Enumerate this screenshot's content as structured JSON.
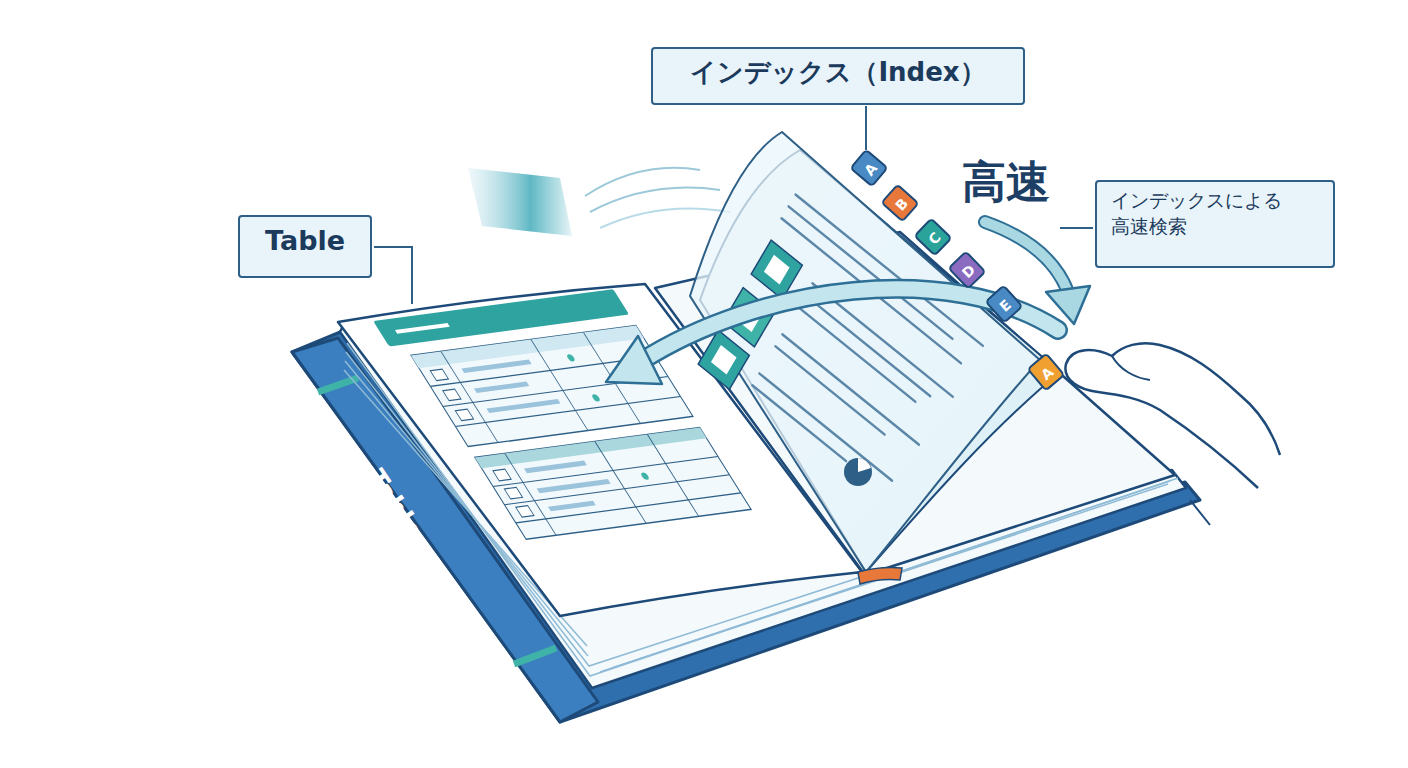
{
  "diagram": {
    "nodes": [
      {
        "text": [
          "インデックス（Index）"
        ]
      },
      {
        "text": [
          "Table"
        ]
      },
      {
        "text": [
          "インデックスによる 高速検索"
        ]
      }
    ],
    "labels": [
      "高速",
      "Table",
      "A",
      "B",
      "C",
      "D",
      "E",
      "A"
    ]
  }
}
